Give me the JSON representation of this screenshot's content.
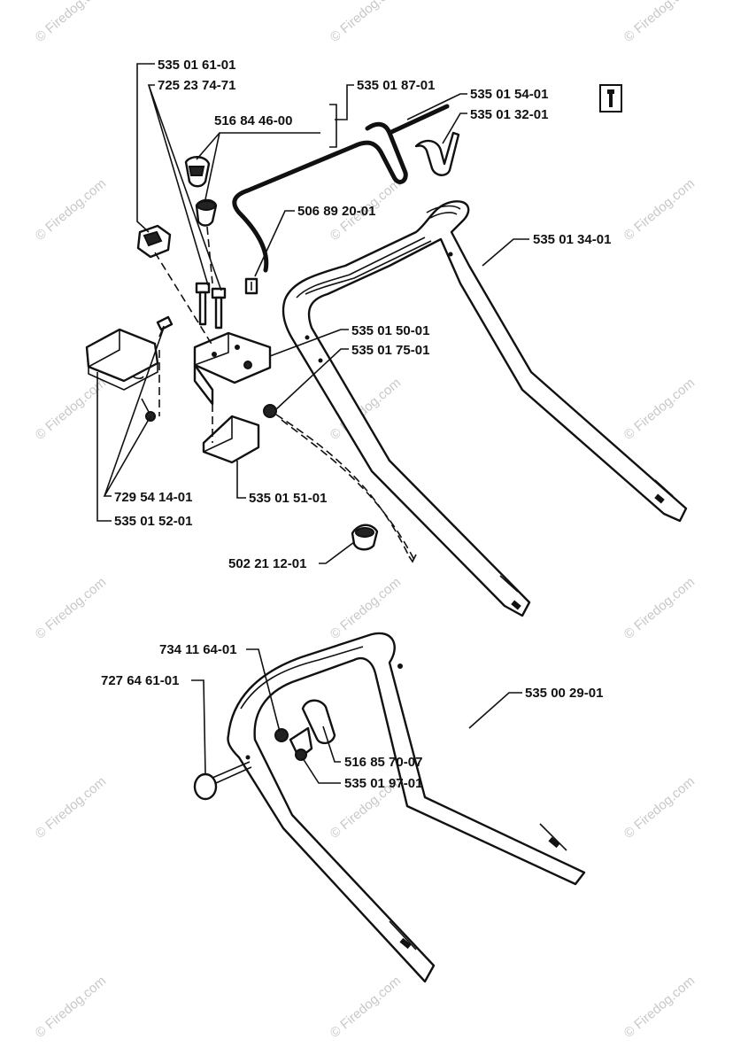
{
  "watermark": "© Firedog.com",
  "tool_icon": "wrench-icon",
  "labels": {
    "p535016101": "535 01 61-01",
    "p725237471": "725 23 74-71",
    "p535018701": "535 01 87-01",
    "p535015401": "535 01 54-01",
    "p535013201": "535 01 32-01",
    "p516844600": "516 84 46-00",
    "p506892001": "506 89 20-01",
    "p535013401": "535 01 34-01",
    "p535015001": "535 01 50-01",
    "p535017501": "535 01 75-01",
    "p729541401": "729 54 14-01",
    "p535015201": "535 01 52-01",
    "p535015101": "535 01 51-01",
    "p502211201": "502 21 12-01",
    "p734116401": "734 11 64-01",
    "p727646101": "727 64 61-01",
    "p535002901": "535 00 29-01",
    "p516857007": "516 85 70-07",
    "p535019701": "535 01 97-01"
  }
}
